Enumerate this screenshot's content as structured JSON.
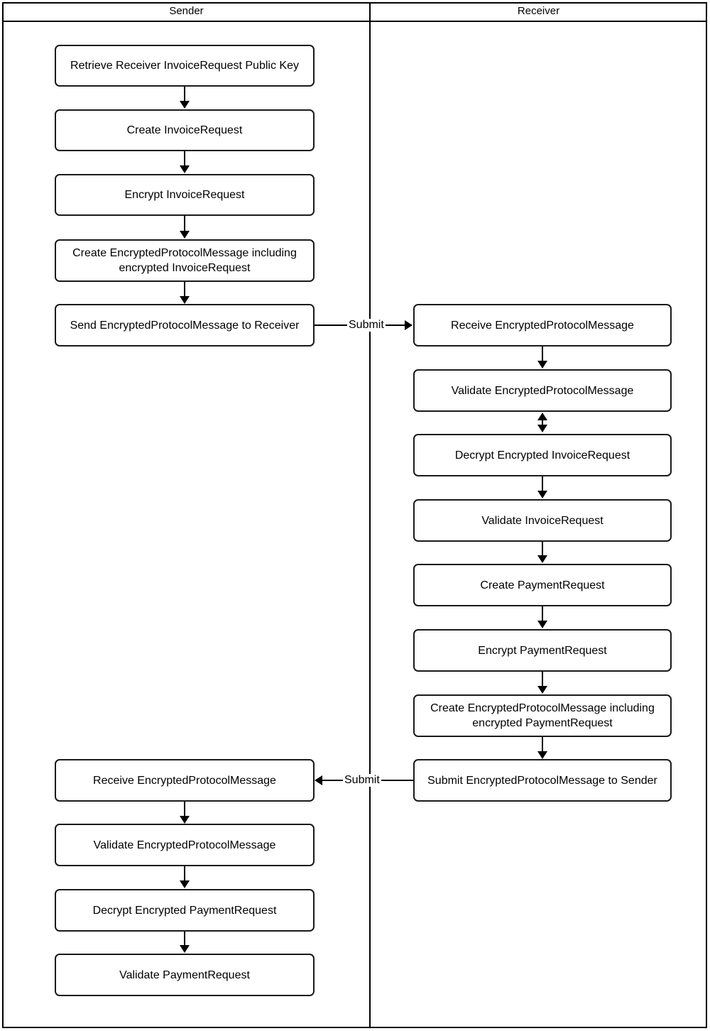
{
  "diagram": {
    "type": "swimlane-flowchart",
    "lanes": [
      {
        "id": "sender",
        "title": "Sender"
      },
      {
        "id": "receiver",
        "title": "Receiver"
      }
    ],
    "nodes": {
      "s1": "Retrieve Receiver InvoiceRequest Public Key",
      "s2": "Create InvoiceRequest",
      "s3": "Encrypt InvoiceRequest",
      "s4": "Create EncryptedProtocolMessage including encrypted InvoiceRequest",
      "s5": "Send EncryptedProtocolMessage to Receiver",
      "r1": "Receive EncryptedProtocolMessage",
      "r2": "Validate EncryptedProtocolMessage",
      "r3": "Decrypt Encrypted InvoiceRequest",
      "r4": "Validate InvoiceRequest",
      "r5": "Create PaymentRequest",
      "r6": "Encrypt PaymentRequest",
      "r7": "Create EncryptedProtocolMessage including encrypted PaymentRequest",
      "r8": "Submit EncryptedProtocolMessage to Sender",
      "s6": "Receive EncryptedProtocolMessage",
      "s7": "Validate EncryptedProtocolMessage",
      "s8": "Decrypt Encrypted PaymentRequest",
      "s9": "Validate PaymentRequest"
    },
    "edge_labels": {
      "submit_to_receiver": "Submit",
      "submit_to_sender": "Submit"
    },
    "colors": {
      "stroke": "#1a1a1a",
      "fill": "#ffffff",
      "text": "#000000"
    }
  }
}
